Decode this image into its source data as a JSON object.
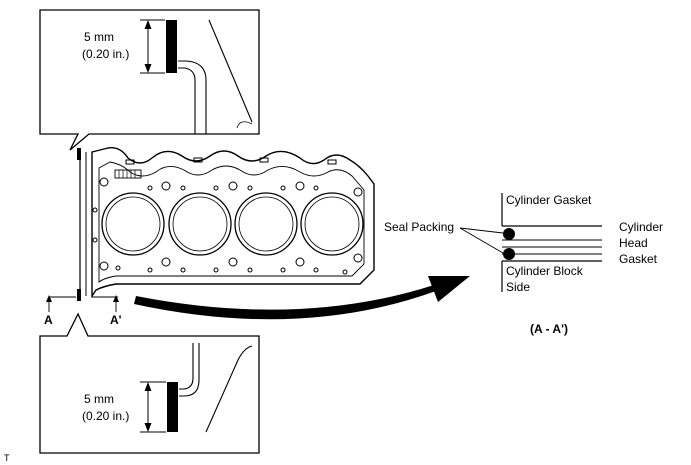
{
  "top_inset": {
    "dimension_value": "5 mm",
    "dimension_value_in": "(0.20 in.)"
  },
  "bottom_inset": {
    "dimension_value": "5 mm",
    "dimension_value_in": "(0.20 in.)"
  },
  "section_markers": {
    "left": "A",
    "right": "A'"
  },
  "cross_section": {
    "upper_label": "Cylinder Gasket",
    "seal_label": "Seal Packing",
    "right_label_line1": "Cylinder",
    "right_label_line2": "Head",
    "right_label_line3": "Gasket",
    "lower_label_line1": "Cylinder Block",
    "lower_label_line2": "Side",
    "section_caption": "(A - A')"
  },
  "corner_mark": "T"
}
